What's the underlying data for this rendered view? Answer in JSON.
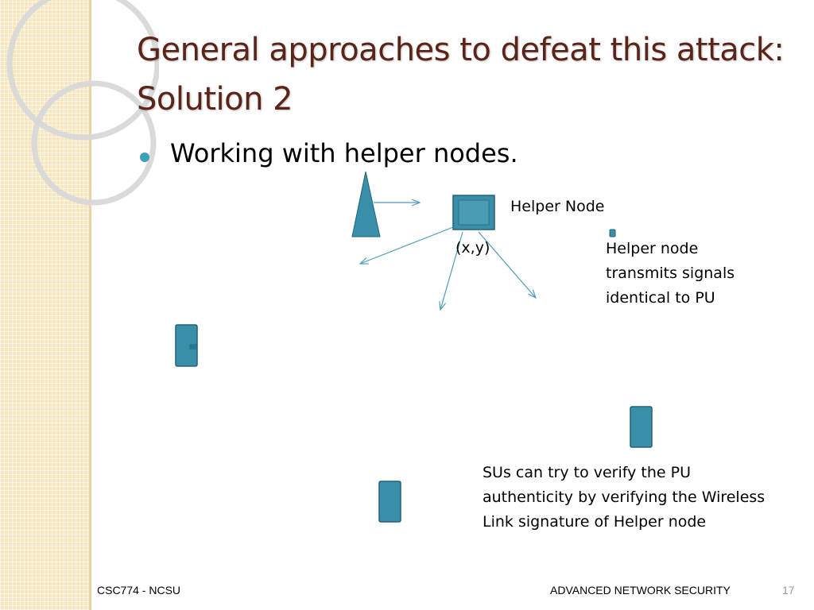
{
  "slide": {
    "title": "General approaches to defeat this attack: Solution 2",
    "bullet": "Working with helper nodes."
  },
  "diagram": {
    "helper_node_label": "Helper Node",
    "coordinates_label": "(x,y)",
    "helper_node_description": "Helper node transmits signals identical to PU",
    "su_description": "SUs can try to verify the PU authenticity by verifying the Wireless Link signature of Helper node",
    "colors": {
      "node_fill": "#3a8fa8",
      "node_stroke": "#24607a",
      "arrow": "#4b9cc0"
    }
  },
  "footer": {
    "course": "CSC774  - NCSU",
    "course_name": "ADVANCED NETWORK SECURITY",
    "page_number": "17"
  },
  "theme": {
    "title_color": "#5a2418",
    "bullet_color": "#3ba0b8",
    "sidebar_color": "#f6e7c0"
  }
}
